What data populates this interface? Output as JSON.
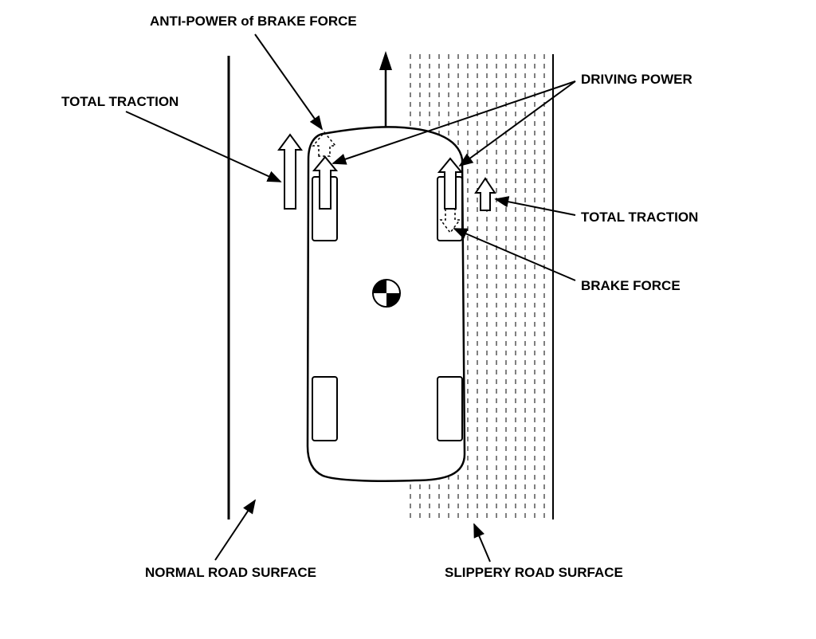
{
  "labels": {
    "anti_power": "ANTI-POWER of BRAKE FORCE",
    "total_traction_left": "TOTAL TRACTION",
    "driving_power": "DRIVING POWER",
    "total_traction_right": "TOTAL TRACTION",
    "brake_force": "BRAKE FORCE",
    "normal_surface": "NORMAL ROAD SURFACE",
    "slippery_surface": "SLIPPERY ROAD SURFACE"
  },
  "icons": {
    "center_of_gravity": "center-of-gravity-icon",
    "direction_arrow": "forward-direction-arrow-icon"
  },
  "colors": {
    "ink": "#000000",
    "background": "#ffffff"
  }
}
